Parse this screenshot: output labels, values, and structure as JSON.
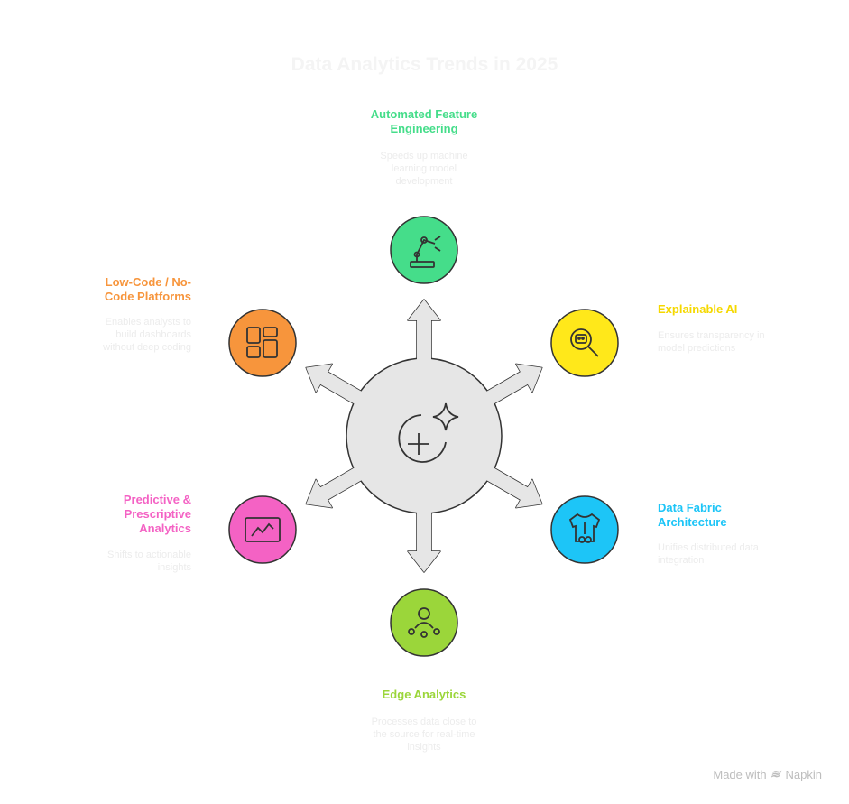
{
  "title": "Data Analytics Trends in 2025",
  "colors": {
    "green": "#45dd8a",
    "yellow": "#ffe81a",
    "cyan": "#1dc5f7",
    "lime": "#9bd63a",
    "pink": "#f462c4",
    "orange": "#f7953c",
    "hub": "#e6e6e6"
  },
  "items": [
    {
      "label": "Automated Feature Engineering",
      "description": "Speeds up machine learning model development",
      "icon": "robot-arm-icon"
    },
    {
      "label": "Explainable AI",
      "description": "Ensures transparency in model predictions",
      "icon": "robot-magnifier-icon"
    },
    {
      "label": "Data Fabric Architecture",
      "description": "Unifies distributed data integration",
      "icon": "fabric-shirt-icon"
    },
    {
      "label": "Edge Analytics",
      "description": "Processes data close to the source for real-time insights",
      "icon": "network-user-icon"
    },
    {
      "label": "Predictive & Prescriptive Analytics",
      "description": "Shifts to actionable insights",
      "icon": "trend-chart-icon"
    },
    {
      "label": "Low-Code / No-Code Platforms",
      "description": "Enables analysts to build dashboards without deep coding",
      "icon": "dashboard-layout-icon"
    }
  ],
  "footer": {
    "made_with": "Made with",
    "brand": "Napkin"
  }
}
